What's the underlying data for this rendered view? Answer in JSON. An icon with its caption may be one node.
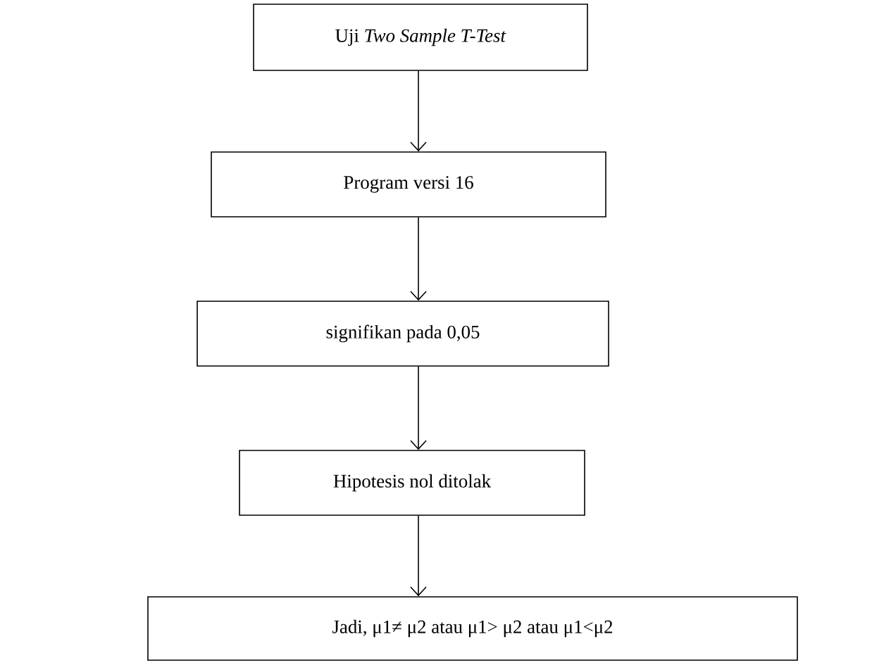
{
  "diagram": {
    "nodes": [
      {
        "text": [
          "Uji *Two Sample T-Test*"
        ]
      },
      {
        "text": [
          "Program versi 16"
        ]
      },
      {
        "text": [
          "signifikan pada 0,05"
        ]
      },
      {
        "text": [
          "Hipotesis nol ditolak"
        ]
      },
      {
        "text": [
          "Jadi, μ1≠ μ2 atau μ1> μ2 atau μ1<μ2"
        ]
      }
    ],
    "edges": [
      {
        "from": 0,
        "to": 1,
        "arrow": "to"
      },
      {
        "from": 1,
        "to": 2,
        "arrow": "to"
      },
      {
        "from": 2,
        "to": 3,
        "arrow": "to"
      },
      {
        "from": 3,
        "to": 4,
        "arrow": "to"
      }
    ]
  }
}
